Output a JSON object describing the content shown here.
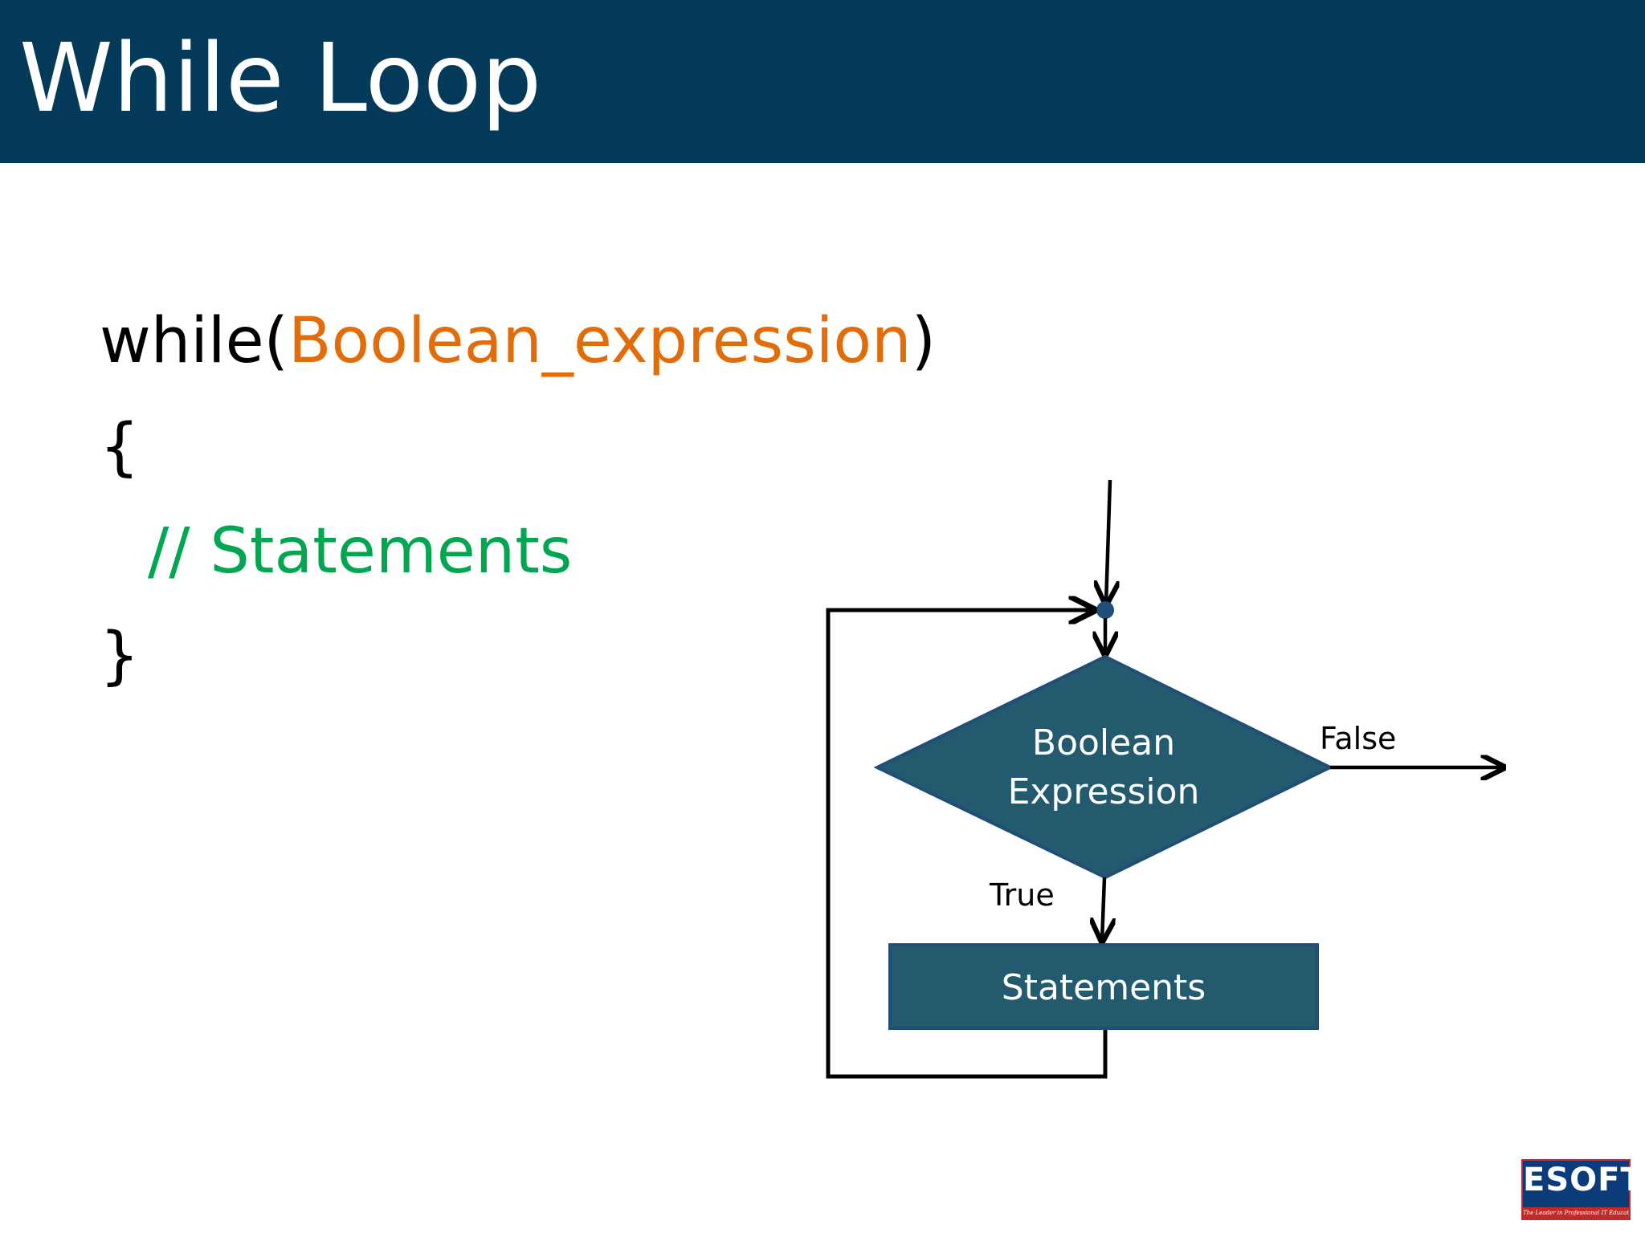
{
  "slide": {
    "title": "While Loop"
  },
  "code": {
    "line1_keyword": "while(",
    "line1_condition": "Boolean_expression",
    "line1_close": ")",
    "line2_open_brace": "{",
    "line3_comment": "// Statements",
    "line4_close_brace": "}"
  },
  "flowchart": {
    "decision_line1": "Boolean",
    "decision_line2": "Expression",
    "process_label": "Statements",
    "true_label": "True",
    "false_label": "False"
  },
  "logo": {
    "text": "ESOFT",
    "tagline": "The Leader in Professional IT Education"
  },
  "colors": {
    "title_bar": "#033a5a",
    "condition_text": "#e36c0a",
    "comment_text": "#00a650",
    "shape_fill": "#245a6e",
    "shape_border": "#1f4e79"
  }
}
